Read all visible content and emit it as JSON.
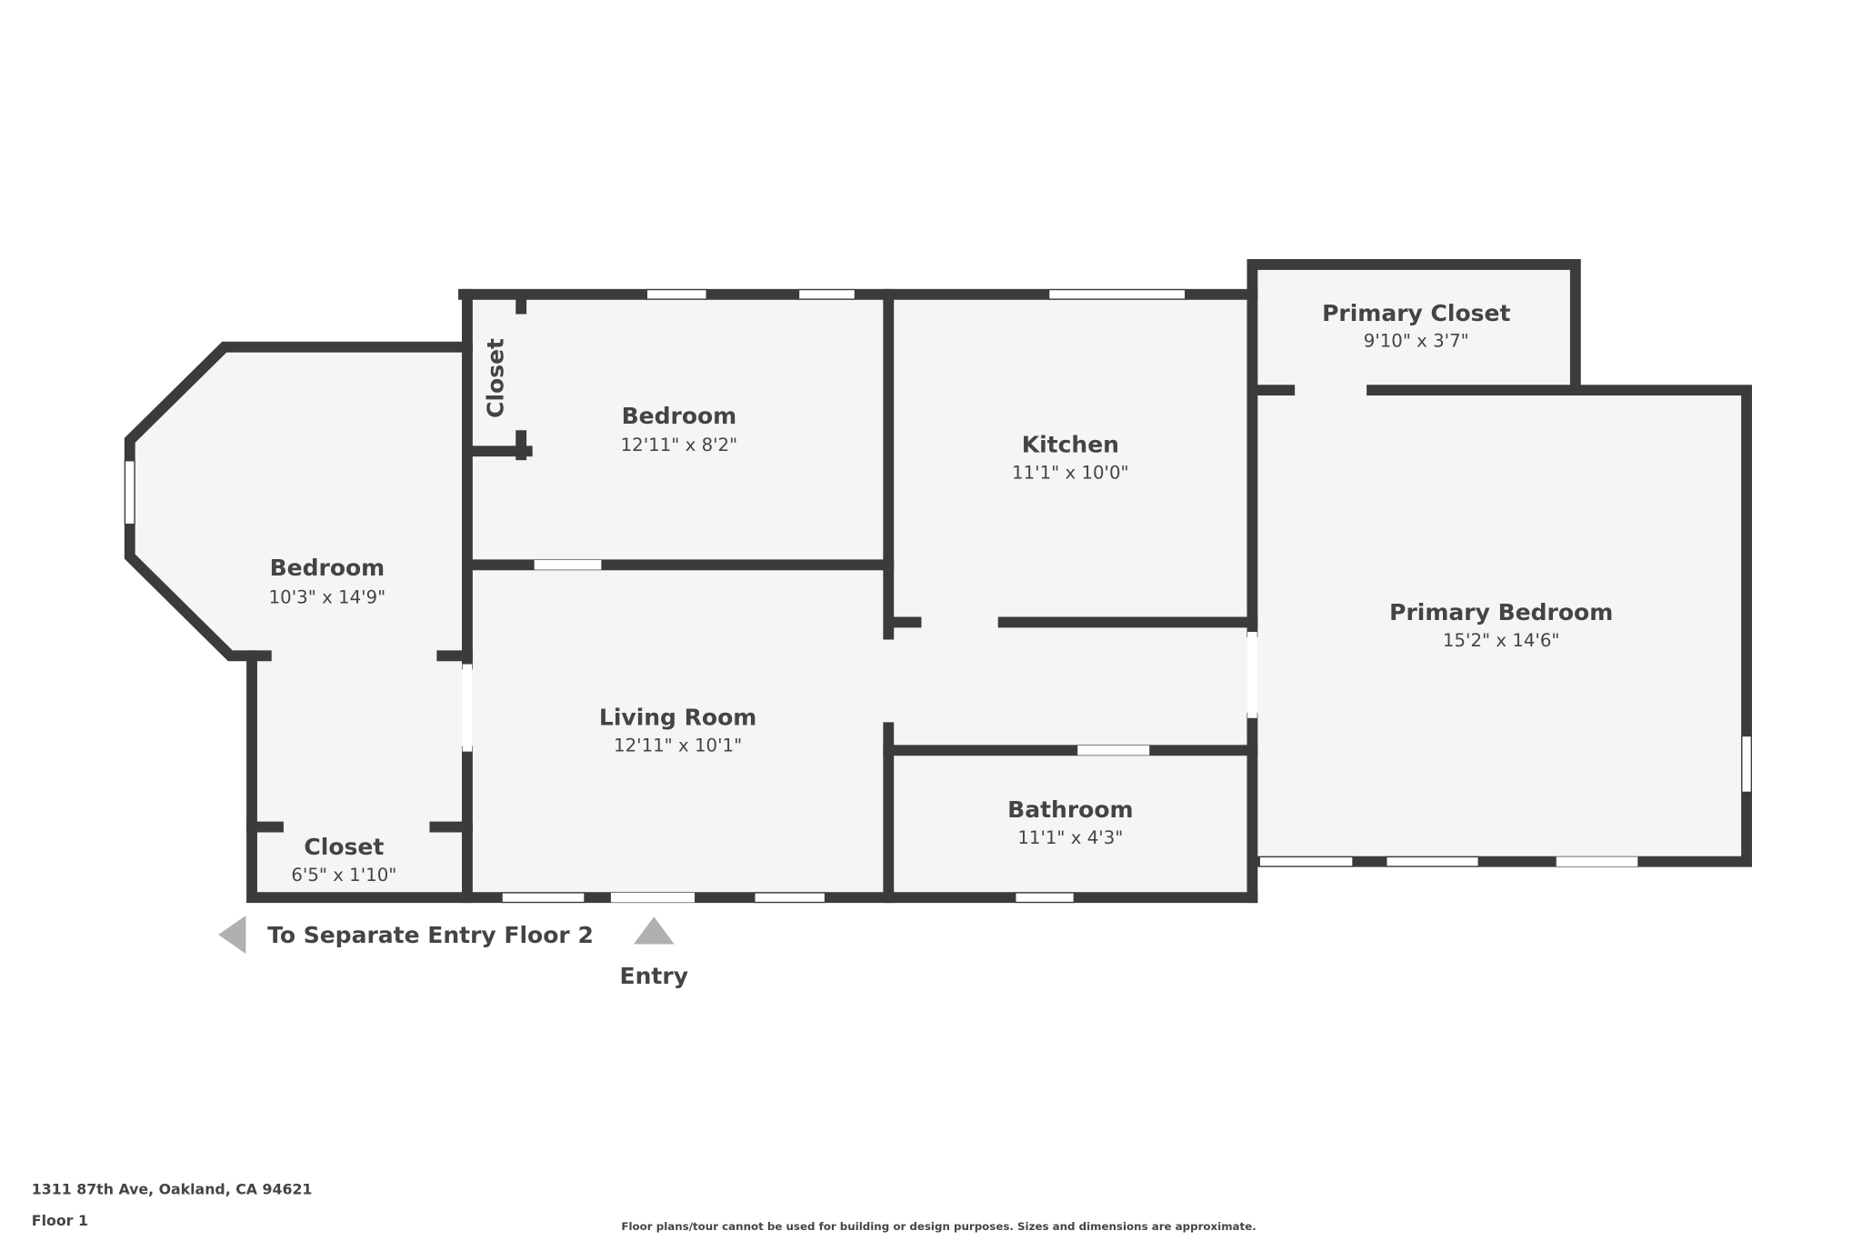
{
  "rooms": [
    {
      "name": "Bedroom",
      "dims": "10'3\" x 14'9\""
    },
    {
      "name": "Bedroom",
      "dims": "12'11\" x 8'2\""
    },
    {
      "name": "Closet"
    },
    {
      "name": "Kitchen",
      "dims": "11'1\" x 10'0\""
    },
    {
      "name": "Primary Closet",
      "dims": "9'10\" x 3'7\""
    },
    {
      "name": "Primary Bedroom",
      "dims": "15'2\" x 14'6\""
    },
    {
      "name": "Living Room",
      "dims": "12'11\" x 10'1\""
    },
    {
      "name": "Bathroom",
      "dims": "11'1\" x 4'3\""
    },
    {
      "name": "Closet",
      "dims": "6'5\" x 1'10\""
    }
  ],
  "markers": {
    "separate_entry": "To Separate Entry Floor 2",
    "entry": "Entry"
  },
  "footer": {
    "address": "1311 87th Ave, Oakland, CA 94621",
    "floor": "Floor 1",
    "disclaimer": "Floor plans/tour cannot be used for building or design purposes. Sizes and dimensions are approximate."
  },
  "colors": {
    "wall": "#3b3b3b",
    "floor": "#f5f5f5",
    "arrow": "#b0b0b0"
  }
}
